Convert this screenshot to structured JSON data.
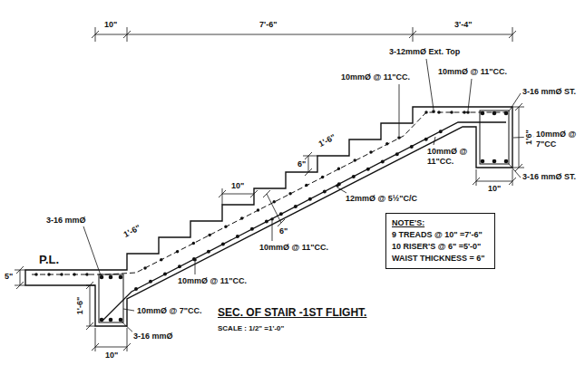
{
  "diagram": {
    "title": "SEC. OF STAIR -1ST FLIGHT.",
    "caption": "SCALE : 1/2\" =1'-0\"",
    "nodes": [
      {
        "text": [
          "NOTE'S:",
          "9 TREADS @ 10\" =7'-6\"",
          "10 RISER'S @ 6\" =5'-0\"",
          "WAIST THICKNESS = 6\""
        ]
      }
    ],
    "labels": [
      "10\"",
      "7'-6\"",
      "3'-4\"",
      "3-12mmØ Ext. Top",
      "10mmØ @ 11\"CC.",
      "3-16 mmØ ST.",
      "10mmØ @ 7\"CC",
      "1'6\"",
      "3-16 mmØ ST.",
      "10\"",
      "10mmØ @ 11\"CC.",
      "1'-6\"",
      "6\"",
      "10\"",
      "10mmØ @ 11\"CC.",
      "12mmØ @ 5½\"C/C",
      "6\"",
      "10mmØ @ 11\"CC.",
      "1'-6\"",
      "3-16 mmØ",
      "10mmØ @ 11\"CC.",
      "P.L.",
      "5\"",
      "1'-6\"",
      "10mmØ @ 7\"CC.",
      "3-16 mmØ",
      "10\""
    ]
  }
}
